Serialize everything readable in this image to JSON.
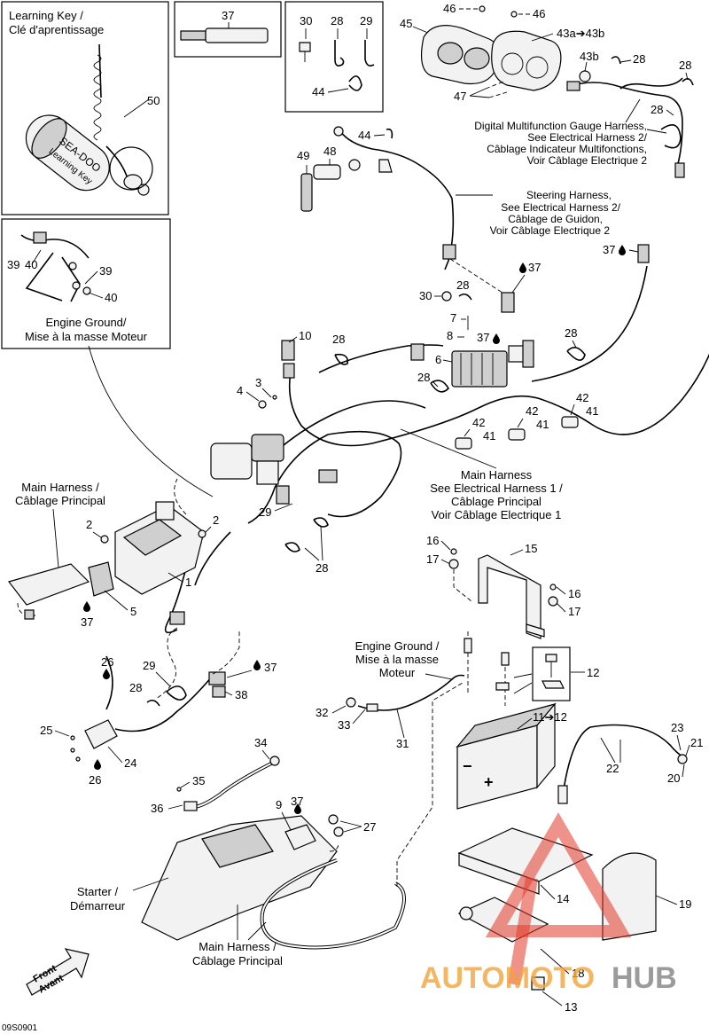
{
  "figure_code": "09S0901",
  "watermark": {
    "brand_part1": "AUTOMOTO",
    "brand_part2": "HUB",
    "color_orange": "#f2a43a",
    "color_red": "#e23a2a",
    "color_gray": "#8a8a8a"
  },
  "learning_key_box": {
    "title_line1": "Learning Key /",
    "title_line2": "Clé d'aprentissage",
    "key_brand": "SEA-DOO",
    "key_text": "Learning Key",
    "part": "50"
  },
  "grease_box": {
    "part": "37"
  },
  "clips_box": {
    "parts": [
      "30",
      "28",
      "29",
      "44"
    ]
  },
  "engine_ground_box": {
    "line1": "Engine Ground/",
    "line2": "Mise à la masse Moteur",
    "parts": [
      "39",
      "40",
      "39",
      "40"
    ]
  },
  "callouts": {
    "gauge_harness": [
      "Digital Multifunction Gauge Harness,",
      "See Electrical Harness 2/",
      "Câblage Indicateur Multifonctions,",
      "Voir Câblage Electrique 2"
    ],
    "steering_harness": [
      "Steering Harness,",
      "See Electrical Harness 2/",
      "Câblage de Guidon,",
      "Voir Câblage Electrique 2"
    ],
    "main_harness_center": [
      "Main Harness",
      "See Electrical Harness 1 /",
      "Câblage Principal",
      "Voir Câblage Electrique 1"
    ],
    "main_harness_left": [
      "Main Harness /",
      "Câblage Principal"
    ],
    "main_harness_bottom": [
      "Main Harness /",
      "Câblage Principal"
    ],
    "engine_ground_mid": [
      "Engine Ground /",
      "Mise à la masse",
      "Moteur"
    ],
    "starter": [
      "Starter /",
      "Démarreur"
    ],
    "front": [
      "Front",
      "Avant"
    ]
  },
  "part_numbers": {
    "p46a": "46",
    "p46b": "46",
    "p45": "45",
    "p43": "43a➔43b",
    "p43b": "43b",
    "p28a": "28",
    "p28b": "28",
    "p47": "47",
    "p28c": "28",
    "p44": "44",
    "p49": "49",
    "p48": "48",
    "p37a": "37",
    "p30": "30",
    "p28d": "28",
    "p37b": "37",
    "p7": "7",
    "p8": "8",
    "p37c": "37",
    "p6": "6",
    "p28e": "28",
    "p28f": "28",
    "p10": "10",
    "p28g": "28",
    "p4": "4",
    "p3": "3",
    "p42a": "42",
    "p42b": "42",
    "p41a": "41",
    "p41b": "41",
    "p42c": "42",
    "p41c": "41",
    "p2a": "2",
    "p2b": "2",
    "p29": "29",
    "p1": "1",
    "p5": "5",
    "p37d": "37",
    "p28h": "28",
    "p16a": "16",
    "p17a": "17",
    "p15": "15",
    "p16b": "16",
    "p17b": "17",
    "p26a": "26",
    "p29b": "29",
    "p37e": "37",
    "p28i": "28",
    "p38": "38",
    "p25": "25",
    "p24": "24",
    "p26b": "26",
    "p32": "32",
    "p33": "33",
    "p31": "31",
    "p12": "12",
    "p11": "11➔12",
    "p23": "23",
    "p21": "21",
    "p22": "22",
    "p20": "20",
    "p34": "34",
    "p35": "35",
    "p36": "36",
    "p9": "9",
    "p37f": "37",
    "p27": "27",
    "p14": "14",
    "p19": "19",
    "p18": "18",
    "p13": "13"
  }
}
